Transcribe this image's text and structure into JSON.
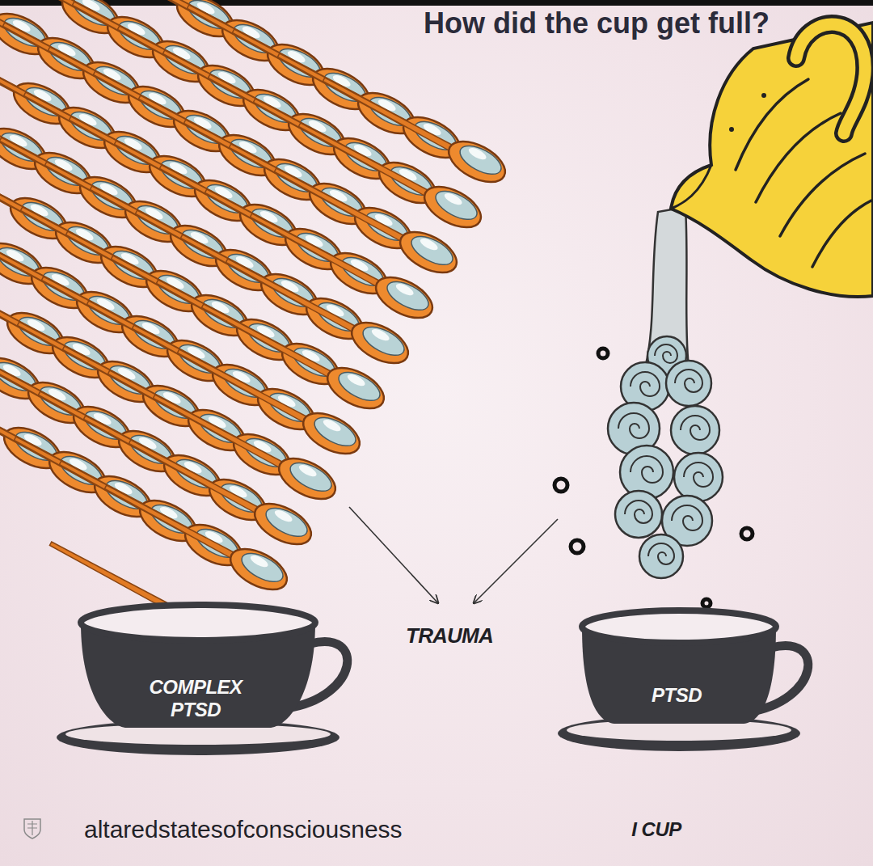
{
  "diagram": {
    "title": "How did the cup get full?",
    "nodes": [
      {
        "text": [
          "COMPLEX PTSD"
        ]
      },
      {
        "text": [
          "PTSD"
        ]
      }
    ],
    "labels": [
      "TRAUMA",
      "I CUP",
      "altaredstatesofconsciousness"
    ]
  }
}
